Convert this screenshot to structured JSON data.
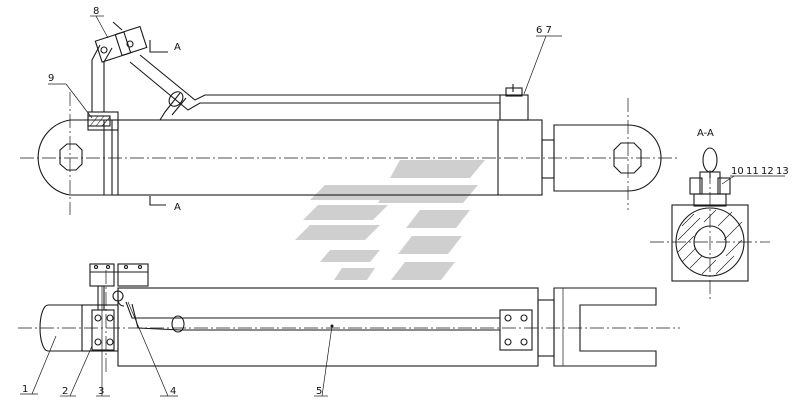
{
  "callouts": {
    "c1": "1",
    "c2": "2",
    "c3": "3",
    "c4": "4",
    "c5": "5",
    "c6_7": "6 7",
    "c8": "8",
    "c9": "9",
    "c10": "10",
    "c11": "11",
    "c12": "12",
    "c13": "13"
  },
  "section": {
    "mark_top": "A",
    "mark_bottom": "A",
    "title": "A-A"
  },
  "colors": {
    "line": "#1a1a1a",
    "watermark": "#cfcfcf"
  }
}
